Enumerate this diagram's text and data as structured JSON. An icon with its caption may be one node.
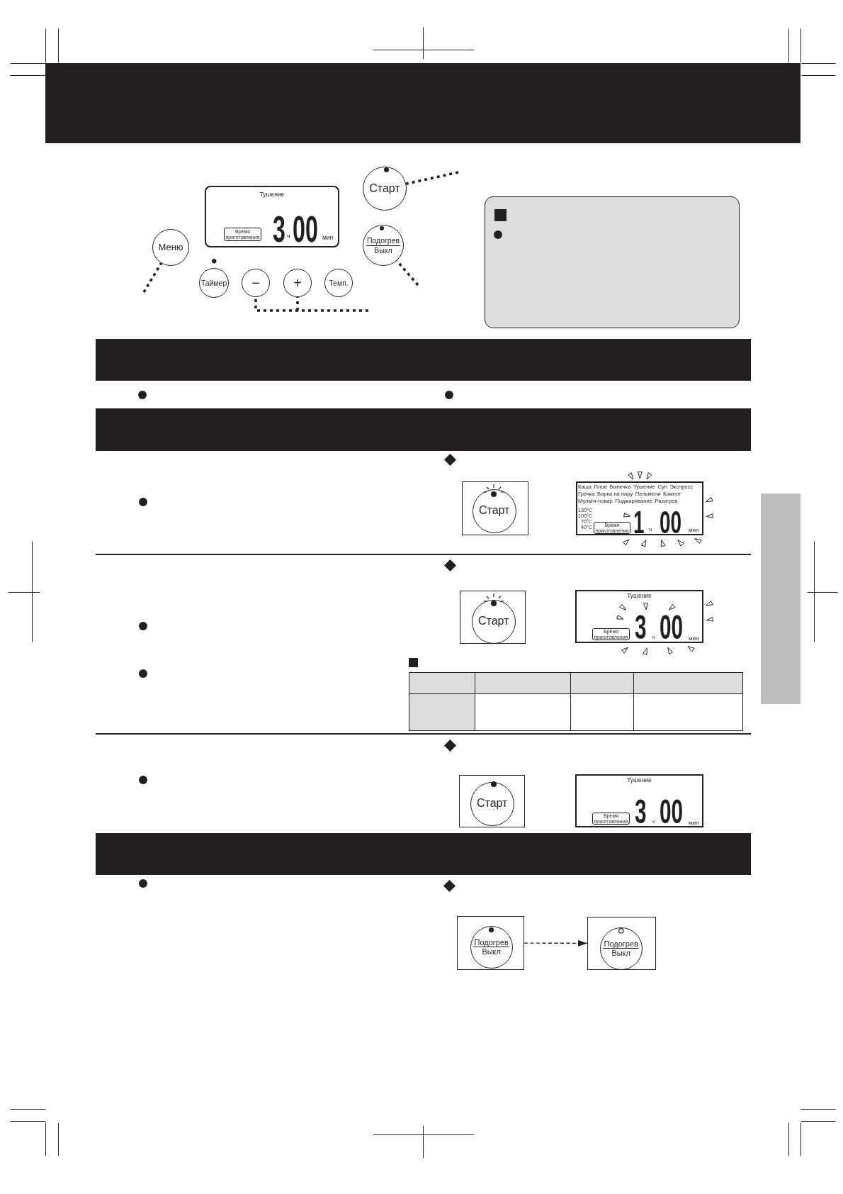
{
  "diagram": {
    "nodes": [
      {
        "text": [],
        "shape": "bar"
      },
      {
        "text": [
          "Тушение",
          "3",
          "ч",
          "00",
          "мин"
        ]
      },
      {
        "text": [
          "Время приготовления"
        ],
        "in": 1
      },
      {
        "text": [
          "Старт"
        ]
      },
      {
        "text": [
          "Меню"
        ]
      },
      {
        "text": [
          "Подогрев",
          "Выкл"
        ]
      },
      {
        "text": [
          "Таймер"
        ]
      },
      {
        "text": [
          "−"
        ]
      },
      {
        "text": [
          "+"
        ]
      },
      {
        "text": [
          "Темп."
        ]
      },
      {
        "text": [],
        "shape": "bar"
      },
      {
        "text": [],
        "shape": "bar"
      },
      {
        "text": [],
        "shape": "box"
      },
      {
        "text": [
          "Старт"
        ],
        "in": 12
      },
      {
        "text": [
          "Каша",
          "Плов",
          "Выпечка",
          "Тушение",
          "Суп",
          "Экспресс",
          "Гречка",
          "Варка на пару",
          "Пельмени",
          "Компот",
          "Мульти-повар",
          "Поджаривание",
          "Разогрев",
          "130°C",
          "100°C",
          "70°C",
          "40°C",
          "1",
          "ч",
          "00",
          "мин"
        ]
      },
      {
        "text": [
          "Время приготовления"
        ],
        "in": 14
      },
      {
        "text": [],
        "shape": "bar"
      },
      {
        "text": [],
        "shape": "box"
      },
      {
        "text": [
          "Старт"
        ],
        "in": 17
      },
      {
        "text": [
          "Тушение",
          "3",
          "ч",
          "00",
          "мин"
        ]
      },
      {
        "text": [
          "Время приготовления"
        ],
        "in": 19
      },
      {
        "text": [],
        "shape": "box"
      },
      {
        "text": [
          "Старт"
        ],
        "in": 21
      },
      {
        "text": [
          "Тушение",
          "3",
          "ч",
          "00",
          "мин"
        ]
      },
      {
        "text": [
          "Время приготовления"
        ],
        "in": 23
      },
      {
        "text": [],
        "shape": "bar"
      },
      {
        "text": [],
        "shape": "box"
      },
      {
        "text": [
          "Подогрев",
          "Выкл"
        ],
        "in": 26
      },
      {
        "text": [],
        "shape": "box"
      },
      {
        "text": [
          "Подогрев",
          "Выкл"
        ],
        "in": 28
      }
    ],
    "edges": [
      {
        "from": null,
        "to": 4,
        "arrow": "none",
        "style": "dashed"
      },
      {
        "from": null,
        "to": 3,
        "arrow": "none",
        "style": "dashed"
      },
      {
        "from": null,
        "to": 5,
        "arrow": "none",
        "style": "dashed"
      },
      {
        "from": null,
        "to": 7,
        "arrow": "none",
        "style": "dashed"
      },
      {
        "from": null,
        "to": 8,
        "arrow": "none",
        "style": "dashed"
      },
      {
        "from": 26,
        "to": 28,
        "arrow": "to",
        "style": "dashed"
      }
    ]
  }
}
